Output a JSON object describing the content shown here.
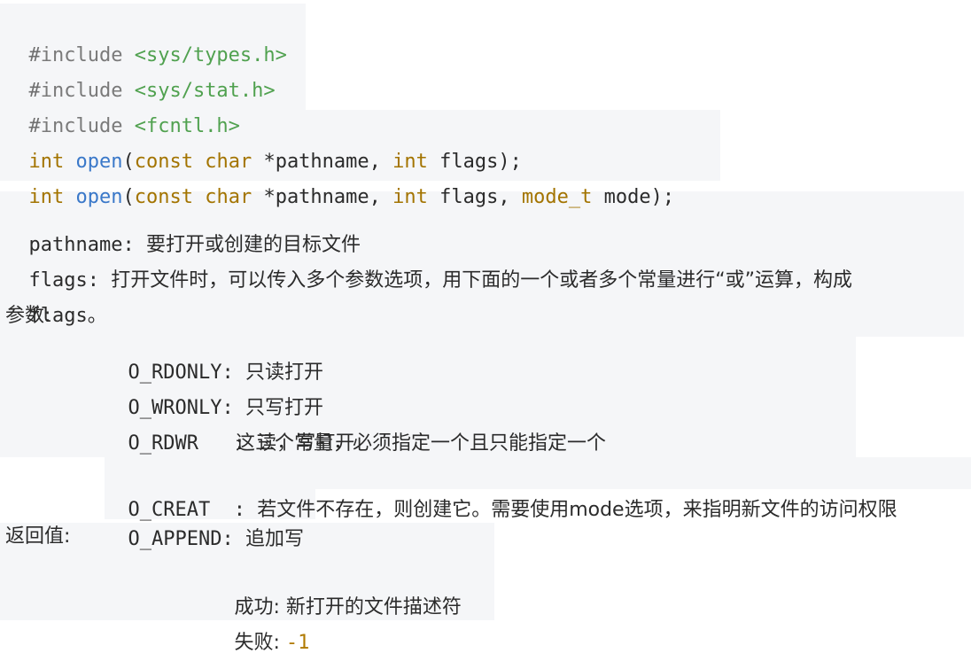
{
  "code": {
    "includes": [
      {
        "hash": "#",
        "directive": "include",
        "header": "<sys/types.h>"
      },
      {
        "hash": "#",
        "directive": "include",
        "header": "<sys/stat.h>"
      },
      {
        "hash": "#",
        "directive": "include",
        "header": "<fcntl.h>"
      }
    ],
    "prototypes": [
      {
        "ret": "int",
        "name": "open",
        "open_paren": "(",
        "qual": "const",
        "ctype": "char",
        "param1": " *pathname, ",
        "itype": "int",
        "param2": " flags",
        "sep": ", ",
        "mtype": "mode_t",
        "param3": " mode",
        "close": ");"
      },
      {
        "ret": "int",
        "name": "open",
        "open_paren": "(",
        "qual": "const",
        "ctype": "char",
        "param1": " *pathname, ",
        "itype": "int",
        "param2": " flags",
        "close": ");"
      }
    ]
  },
  "doc": {
    "pathname_label": "pathname: ",
    "pathname_desc": "要打开或创建的目标文件",
    "flags_label": "flags: ",
    "flags_desc": "打开文件时，可以传入多个参数选项，用下面的一个或者多个常量进行“或”运算，构成",
    "flags_cont": "flags。",
    "params_label": "参数:",
    "options": [
      {
        "name": "O_RDONLY: ",
        "desc": "只读打开"
      },
      {
        "name": "O_WRONLY: ",
        "desc": "只写打开"
      },
      {
        "name": "O_RDWR   : ",
        "desc": "读，写打开"
      },
      {
        "name": "",
        "desc": "这三个常量，必须指定一个且只能指定一个"
      },
      {
        "name": "O_CREAT  : ",
        "desc": "若文件不存在，则创建它。需要使用mode选项，来指明新文件的访问权限"
      },
      {
        "name": "O_APPEND: ",
        "desc": "追加写"
      }
    ],
    "return_label": "返回值:",
    "success_label": "成功: ",
    "success_desc": "新打开的文件描述符",
    "fail_label": "失败: ",
    "fail_value": "-1"
  }
}
